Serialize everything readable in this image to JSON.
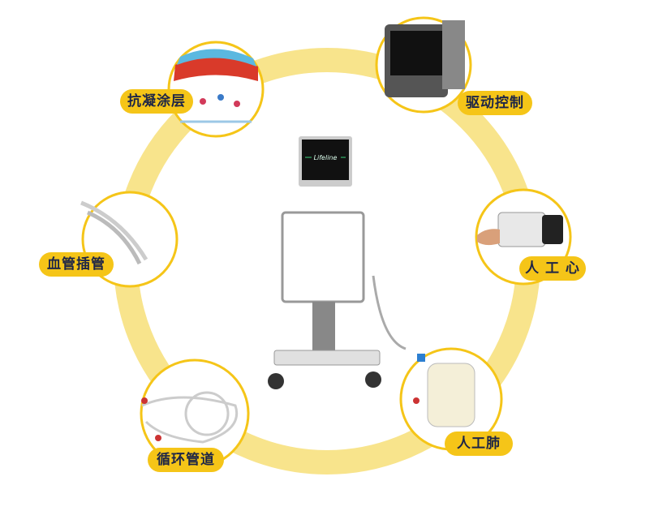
{
  "center": {
    "name": "central-device",
    "screen_text": "Lifeline"
  },
  "components": [
    {
      "id": "anticoagulant-coating",
      "label": "抗凝涂层"
    },
    {
      "id": "drive-control",
      "label": "驱动控制"
    },
    {
      "id": "vascular-cannula",
      "label": "血管插管"
    },
    {
      "id": "artificial-heart",
      "label": "人 工 心"
    },
    {
      "id": "circulation-tubing",
      "label": "循环管道"
    },
    {
      "id": "artificial-lung",
      "label": "人工肺"
    }
  ],
  "colors": {
    "ring": "#f8e48c",
    "accent": "#f5c518",
    "text": "#1d2547"
  }
}
